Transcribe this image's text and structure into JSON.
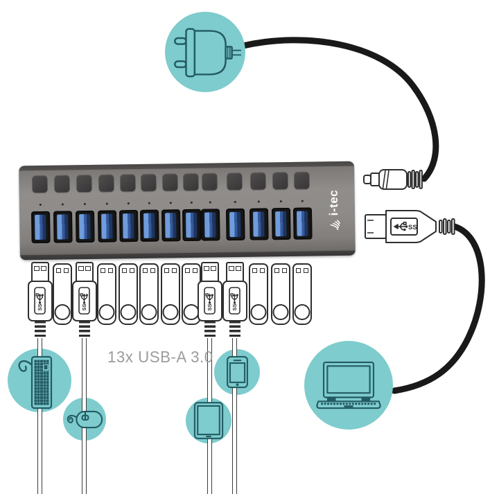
{
  "brand": {
    "logo_text": "i-tec"
  },
  "caption": {
    "ports_label": "13x USB-A 3.0"
  },
  "hub": {
    "button_count": 13,
    "led_count": 13,
    "port_count": 13
  },
  "connectors": {
    "usb_logo_text": "SS",
    "sequence": [
      "cable-plug",
      "flash-drive",
      "cable-plug",
      "flash-drive",
      "flash-drive",
      "flash-drive",
      "flash-drive",
      "flash-drive",
      "cable-plug",
      "cable-plug",
      "flash-drive",
      "flash-drive",
      "flash-drive"
    ]
  },
  "peripherals": [
    {
      "id": "power-plug"
    },
    {
      "id": "keyboard"
    },
    {
      "id": "mouse"
    },
    {
      "id": "smartphone"
    },
    {
      "id": "tablet"
    },
    {
      "id": "laptop"
    }
  ],
  "colors": {
    "teal": "#7ecccd",
    "icon_ink": "#235b64",
    "line_art": "#2e2e2e",
    "cable_black": "#191919",
    "hub_body": "#8e8b89",
    "button_dark": "#3e3c3d",
    "port_blue": "#5d8ed2",
    "caption_gray": "#9c9c9c"
  }
}
